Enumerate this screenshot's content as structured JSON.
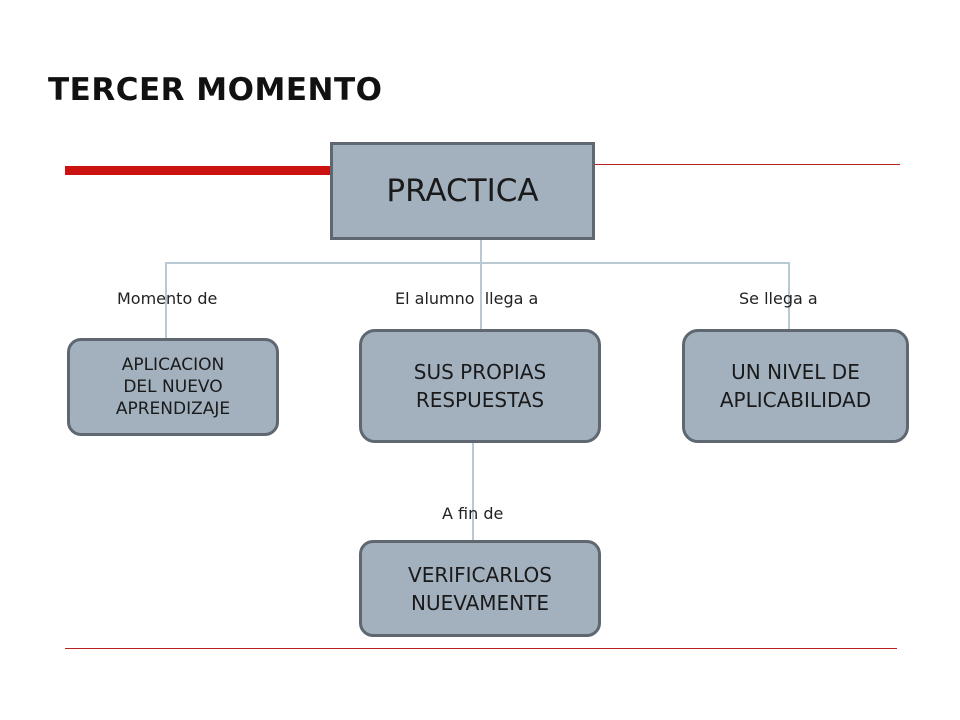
{
  "slide": {
    "title": "TERCER MOMENTO"
  },
  "colors": {
    "accent_red": "#cc1111",
    "box_fill": "#a3b1bf",
    "box_border": "#5f6770",
    "connector": "#b9c9d4"
  },
  "diagram": {
    "root": {
      "text": "PRACTICA"
    },
    "links": {
      "left": "Momento de",
      "middle": "El alumno  llega a",
      "right": "Se llega a",
      "bottom": "A fin de"
    },
    "nodes": {
      "left": "APLICACION\nDEL NUEVO\nAPRENDIZAJE",
      "middle": "SUS PROPIAS\nRESPUESTAS",
      "right": "UN NIVEL DE\nAPLICABILIDAD",
      "bottom": "VERIFICARLOS\nNUEVAMENTE"
    }
  }
}
